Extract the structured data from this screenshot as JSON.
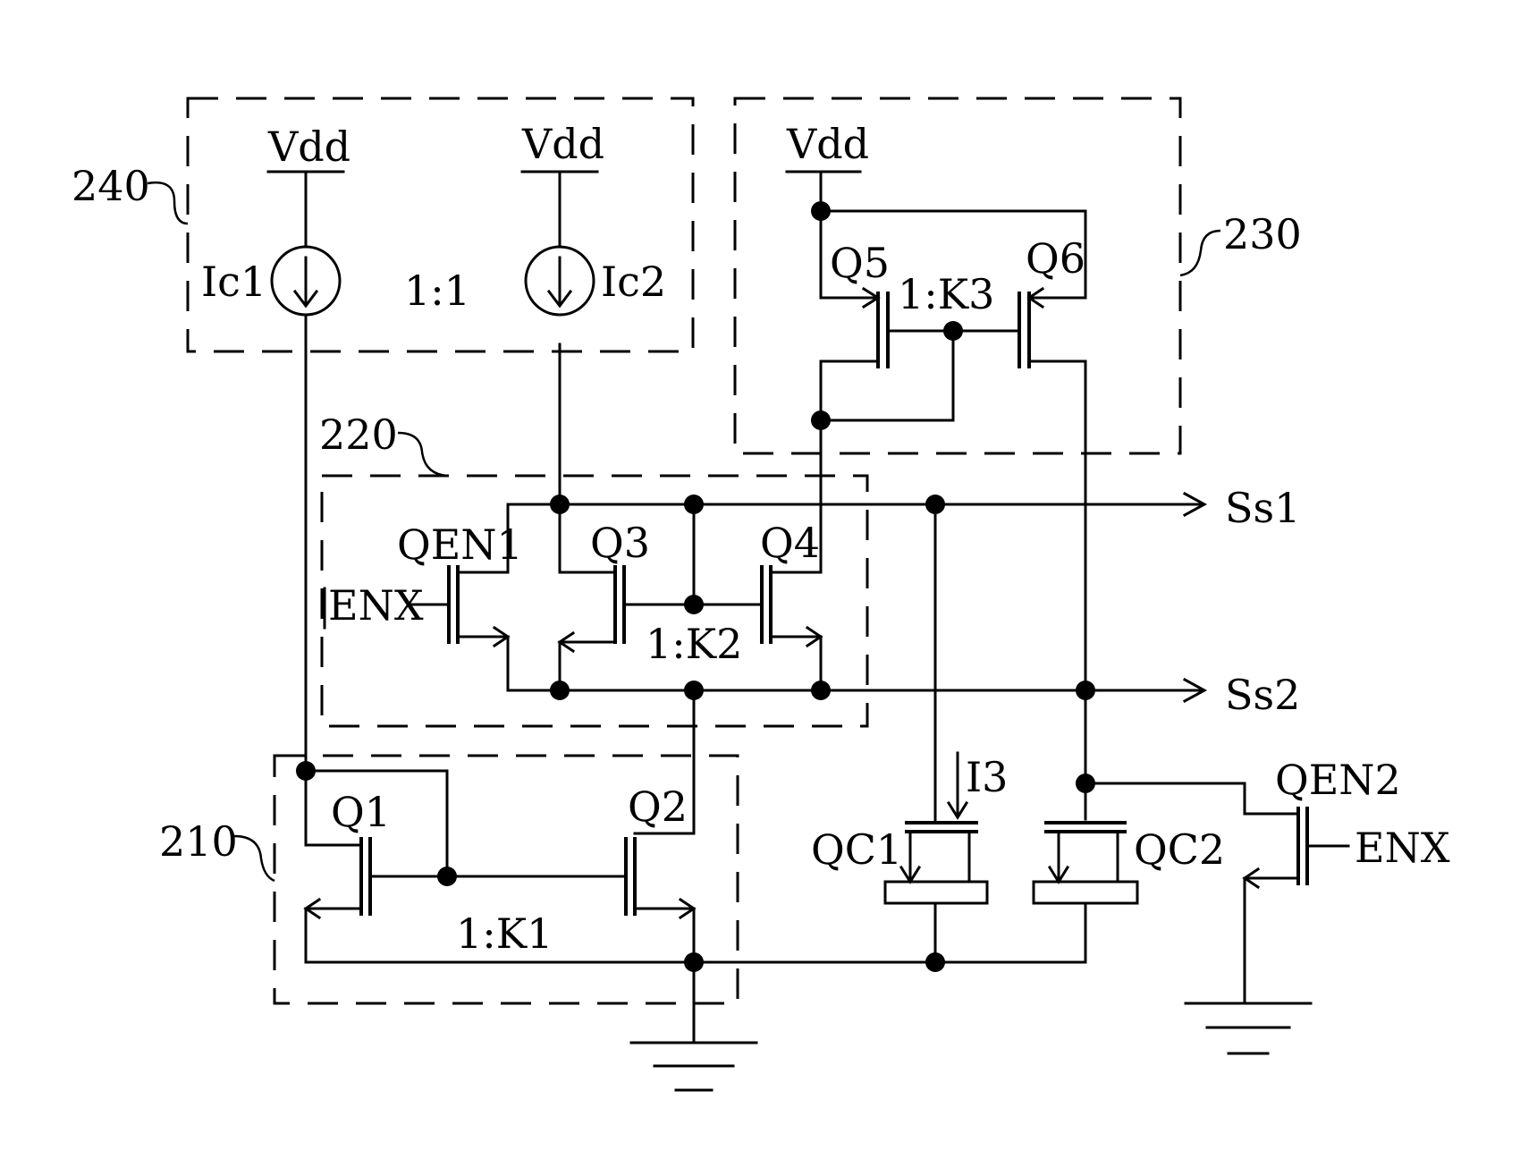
{
  "blocks": {
    "b210": "210",
    "b220": "220",
    "b230": "230",
    "b240": "240"
  },
  "supply": {
    "vdd1": "Vdd",
    "vdd2": "Vdd",
    "vdd3": "Vdd"
  },
  "sources": {
    "ic1": "Ic1",
    "ic2": "Ic2",
    "ratio": "1:1"
  },
  "transistors": {
    "q1": "Q1",
    "q2": "Q2",
    "q3": "Q3",
    "q4": "Q4",
    "q5": "Q5",
    "q6": "Q6",
    "qen1": "QEN1",
    "qen2": "QEN2",
    "qc1": "QC1",
    "qc2": "QC2"
  },
  "ratios": {
    "k1": "1:K1",
    "k2": "1:K2",
    "k3": "1:K3"
  },
  "signals": {
    "ss1": "Ss1",
    "ss2": "Ss2",
    "enx1": "ENX",
    "enx2": "ENX",
    "i3": "I3"
  }
}
